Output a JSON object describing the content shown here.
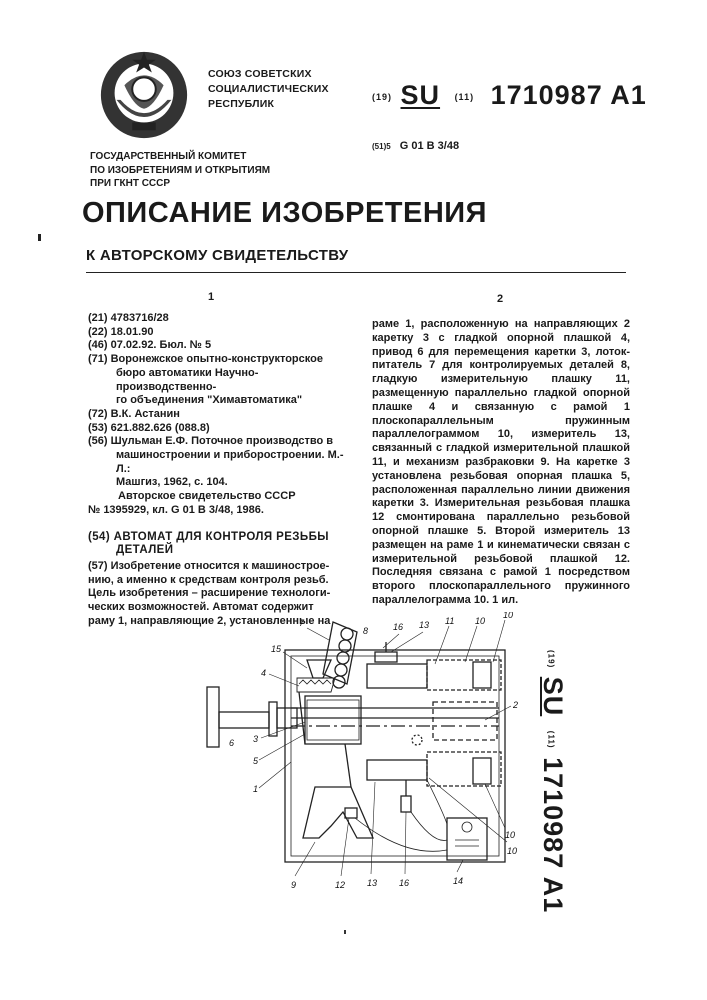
{
  "header": {
    "union_lines": [
      "СОЮЗ СОВЕТСКИХ",
      "СОЦИАЛИСТИЧЕСКИХ",
      "РЕСПУБЛИК"
    ],
    "pub_tag_19": "(19)",
    "country_code": "SU",
    "pub_tag_11": "(11)",
    "patent_number": "1710987",
    "kind_code": "A1",
    "ipc_tag": "(51)5",
    "ipc_class": "G 01 B 3/48",
    "committee_lines": [
      "ГОСУДАРСТВЕННЫЙ КОМИТЕТ",
      "ПО ИЗОБРЕТЕНИЯМ И ОТКРЫТИЯМ",
      "ПРИ ГКНТ СССР"
    ]
  },
  "title": "ОПИСАНИЕ ИЗОБРЕТЕНИЯ",
  "subtitle": "К АВТОРСКОМУ СВИДЕТЕЛЬСТВУ",
  "col1_number": "1",
  "col2_number": "2",
  "biblio": [
    "(21) 4783716/28",
    "(22) 18.01.90",
    "(46) 07.02.92. Бюл. № 5",
    "(71) Воронежское опытно-конструкторское",
    "бюро автоматики Научно-производственно-",
    "го объединения \"Химавтоматика\"",
    "(72) В.К. Астанин",
    "(53) 621.882.626 (088.8)",
    "(56) Шульман Е.Ф. Поточное производство в",
    "машиностроении и приборостроении. М.-Л.:",
    "Машгиз, 1962, с. 104.",
    "Авторское свидетельство СССР",
    "№ 1395929, кл. G 01 B 3/48, 1986."
  ],
  "invention_title_lines": [
    "(54) АВТОМАТ ДЛЯ КОНТРОЛЯ РЕЗЬБЫ",
    "ДЕТАЛЕЙ"
  ],
  "abstract_col1": [
    "(57) Изобретение относится к машинострое-",
    "нию, а именно к средствам контроля резьб.",
    "Цель изобретения – расширение технологи-",
    "ческих возможностей. Автомат содержит",
    "раму 1, направляющие 2, установленные на"
  ],
  "abstract_col2": "раме 1, расположенную на направляющих 2 каретку 3 с гладкой опорной плашкой 4, привод 6 для перемещения каретки 3, лоток-питатель 7 для контролируемых деталей 8, гладкую измерительную плашку 11, размещенную параллельно гладкой опорной плашке 4 и связанную с рамой 1 плоскопараллельным пружинным параллелограммом 10, измеритель 13, связанный с гладкой измерительной плашкой 11, и механизм разбраковки 9. На каретке 3 установлена резьбовая опорная плашка 5, расположенная параллельно линии движения каретки 3. Измерительная резьбовая плашка 12 смонтирована параллельно резьбовой опорной плашке 5. Второй измеритель 13 размещен на раме 1 и кинематически связан с измерительной резьбовой плашкой 12. Последняя связана с рамой 1 посредством второго плоскопараллельного пружинного параллелограмма 10. 1 ил.",
  "figure_labels": {
    "l7": "7",
    "l8": "8",
    "l16a": "16",
    "l13a": "13",
    "l11": "11",
    "l10a": "10",
    "l10b": "10",
    "l15": "15",
    "l4": "4",
    "l6": "6",
    "l3": "3",
    "l5": "5",
    "l1": "1",
    "l2": "2",
    "l10c": "10",
    "l10d": "10",
    "l9": "9",
    "l12": "12",
    "l13b": "13",
    "l16b": "16",
    "l14": "14"
  }
}
